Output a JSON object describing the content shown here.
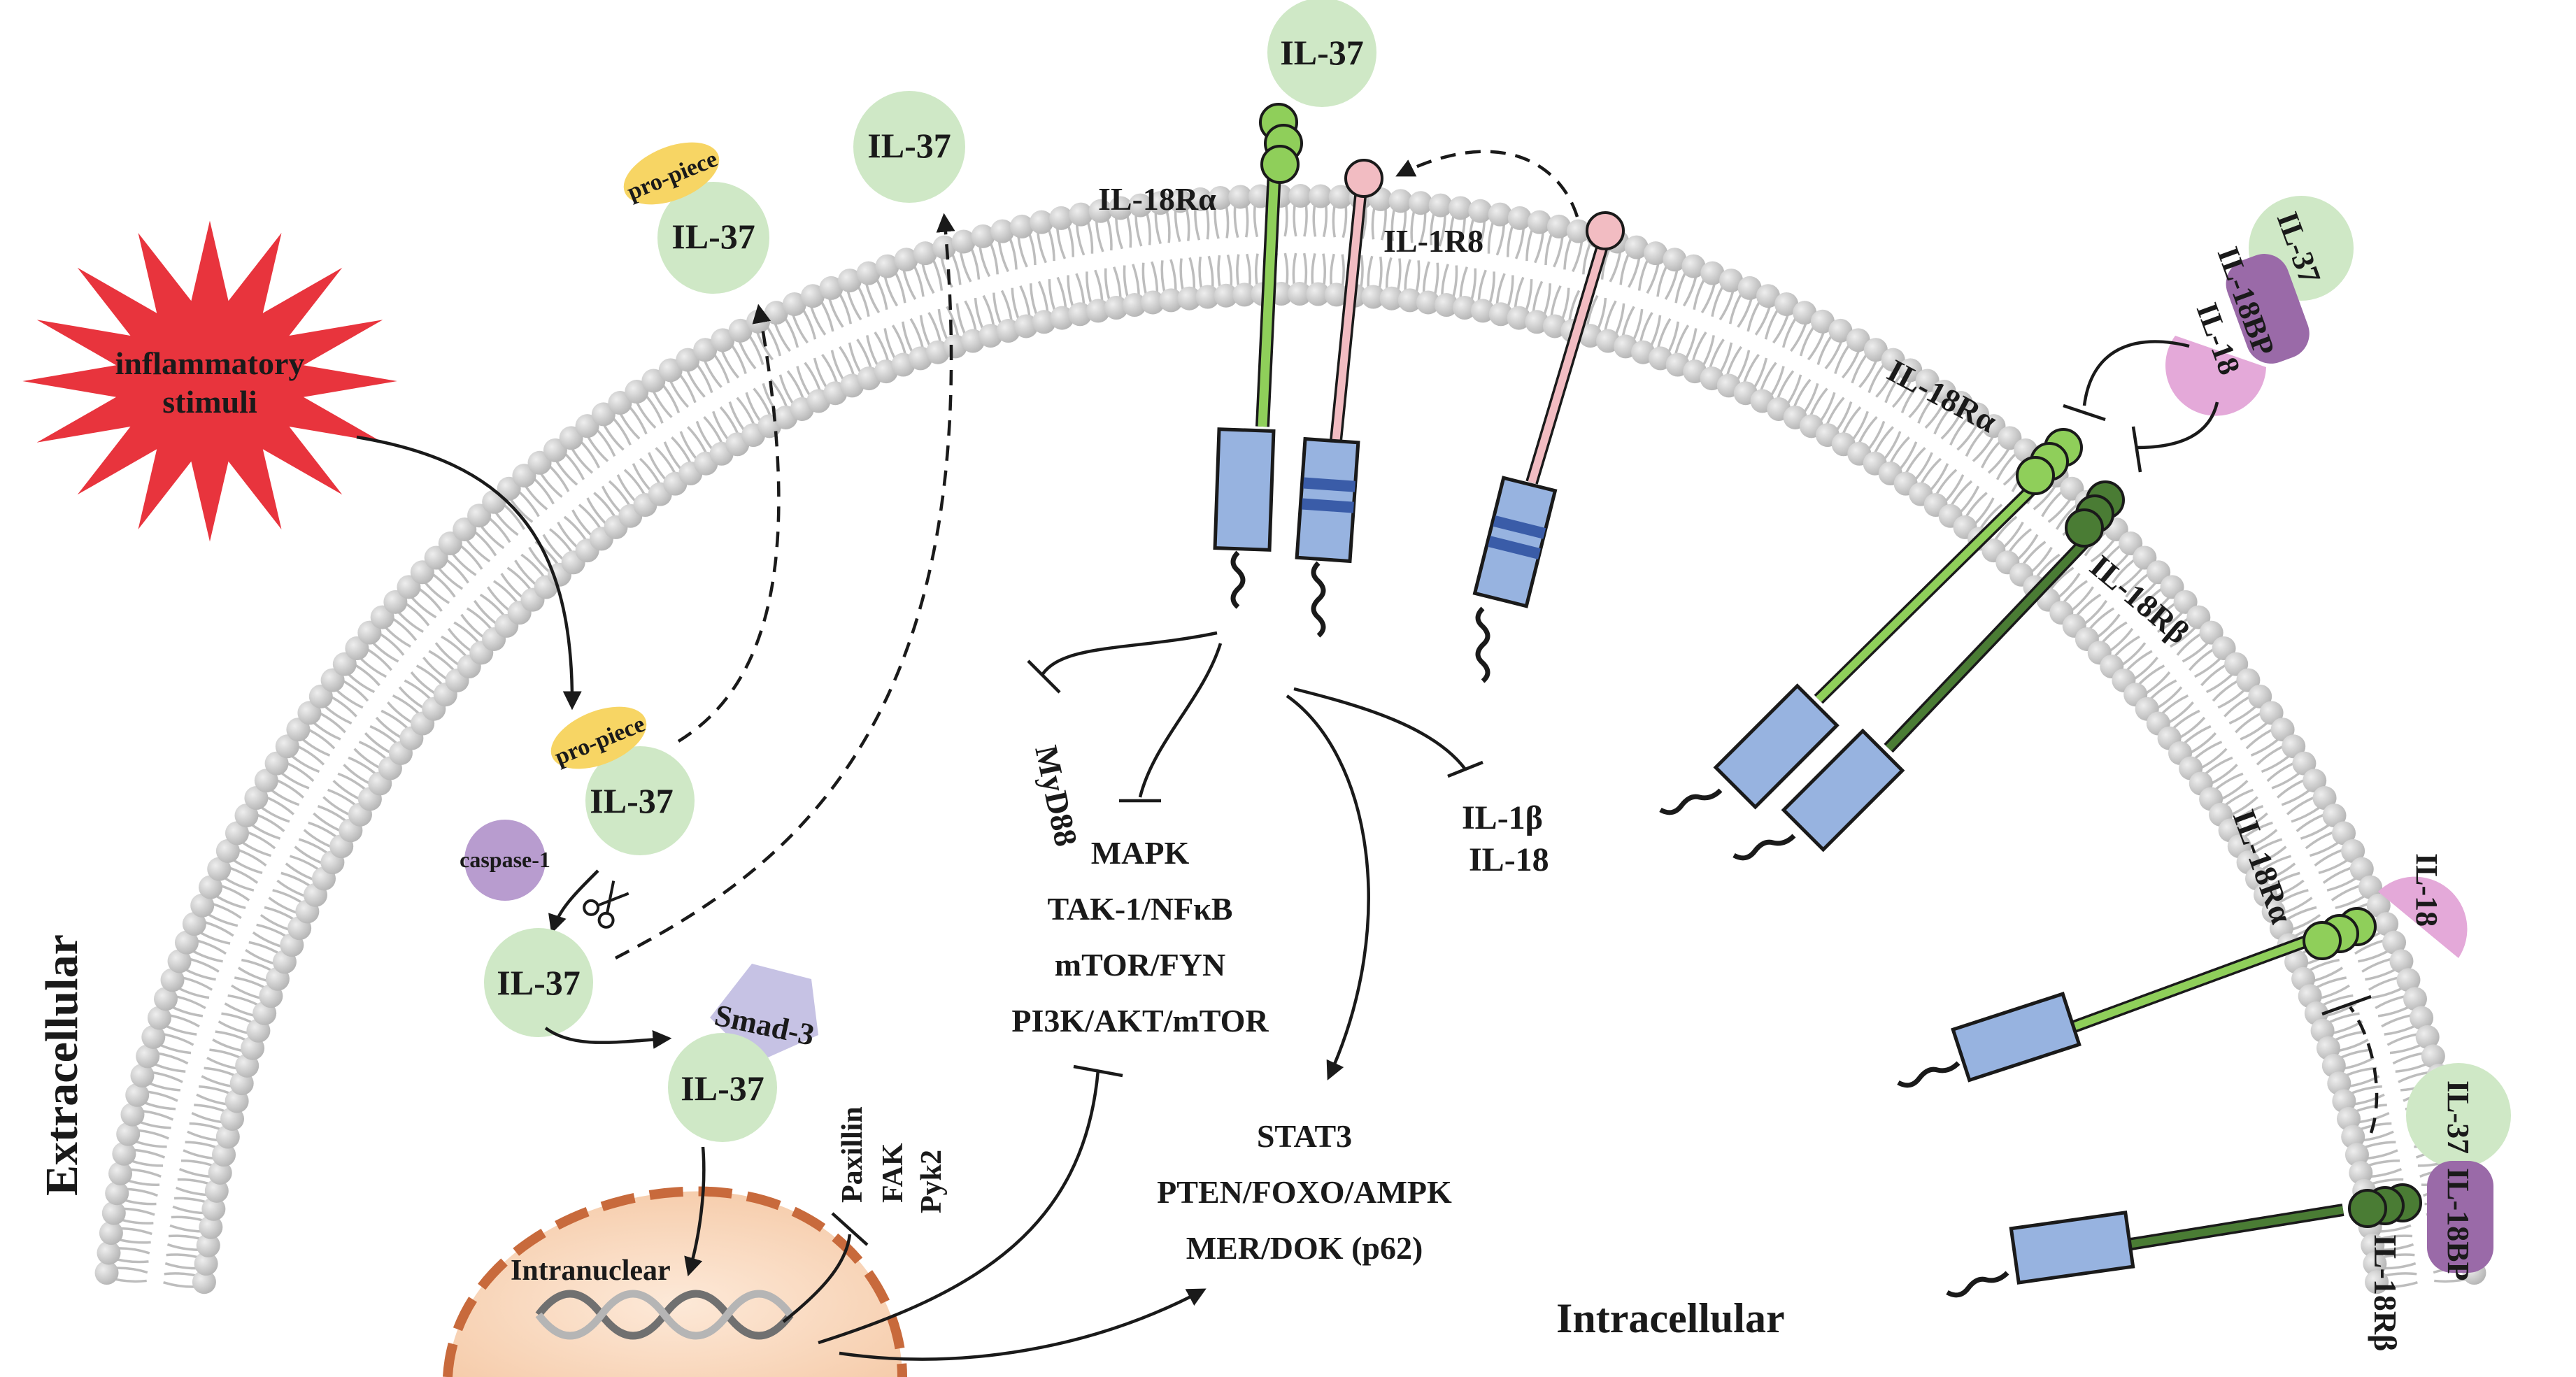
{
  "labels": {
    "extracellular": "Extracellular",
    "intracellular": "Intracellular",
    "intranuclear": "Intranuclear",
    "inflammatory_stimuli_1": "inflammatory",
    "inflammatory_stimuli_2": "stimuli",
    "pro_piece": "pro-piece",
    "il37": "IL-37",
    "caspase1": "caspase-1",
    "smad3": "Smad-3",
    "il18ra": "IL-18Rα",
    "il1r8": "IL-1R8",
    "il18rb": "IL-18Rβ",
    "il18": "IL-18",
    "il18bp": "IL-18BP",
    "myd88": "MyD88",
    "il1b": "IL-1β",
    "il18_target": "IL-18",
    "paxillin": "Paxillin",
    "fak": "FAK",
    "pyk2": "Pyk2"
  },
  "pathways_inhibited": [
    "MAPK",
    "TAK-1/NFκB",
    "mTOR/FYN",
    "PI3K/AKT/mTOR"
  ],
  "pathways_activated": [
    "STAT3",
    "PTEN/FOXO/AMPK",
    "MER/DOK (p62)"
  ],
  "colors": {
    "il37_circle": "#cfe8c6",
    "pro_piece": "#f7d564",
    "caspase": "#b89ccf",
    "smad3": "#c6c2e4",
    "il18": "#e4a9d9",
    "il18bp": "#9a6aa8",
    "receptor_domain": "#97b3e0",
    "il18ra_stalk": "#8fcf5a",
    "il18rb_stalk": "#4a7c34",
    "il1r8_stalk": "#f2bcc2",
    "membrane": "#c9c9c9",
    "nucleus": "#f9dcc4",
    "nucleus_border": "#c86a3c",
    "stimuli": "#e8343d"
  }
}
